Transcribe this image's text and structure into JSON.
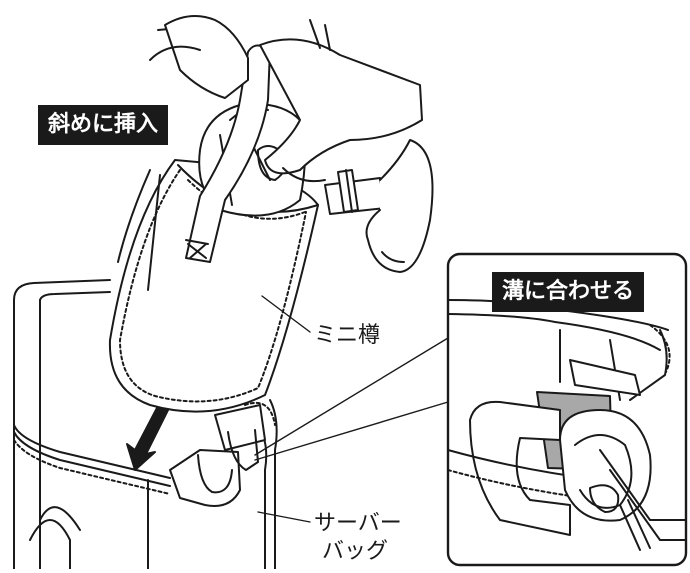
{
  "callouts": {
    "insert_diagonally": "斜めに挿入",
    "align_with_groove": "溝に合わせる"
  },
  "labels": {
    "mini_keg": "ミニ樽",
    "server_bag_line1": "サーバー",
    "server_bag_line2": "バッグ"
  }
}
